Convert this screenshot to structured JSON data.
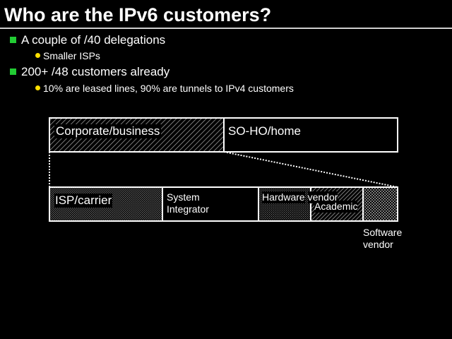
{
  "slide": {
    "title": "Who are the IPv6 customers?",
    "bullets": [
      {
        "text": "A couple of /40 delegations",
        "sub": [
          "Smaller ISPs"
        ]
      },
      {
        "text": "200+ /48 customers already",
        "sub": [
          "10% are leased lines, 90% are tunnels to IPv4 customers"
        ]
      }
    ]
  },
  "diagram": {
    "top_row": {
      "corporate": "Corporate/business",
      "soho": "SO-HO/home"
    },
    "bottom_row": {
      "isp": "ISP/carrier",
      "system_integrator": [
        "System",
        "Integrator"
      ],
      "hardware_vendor": [
        "Hardware",
        "vendor"
      ],
      "academic": "Academic",
      "software_vendor": [
        "Software",
        "vendor"
      ]
    }
  },
  "colors": {
    "background": "#000000",
    "text": "#ffffff",
    "square_bullet": "#22cc33",
    "round_bullet": "#ffe000"
  }
}
